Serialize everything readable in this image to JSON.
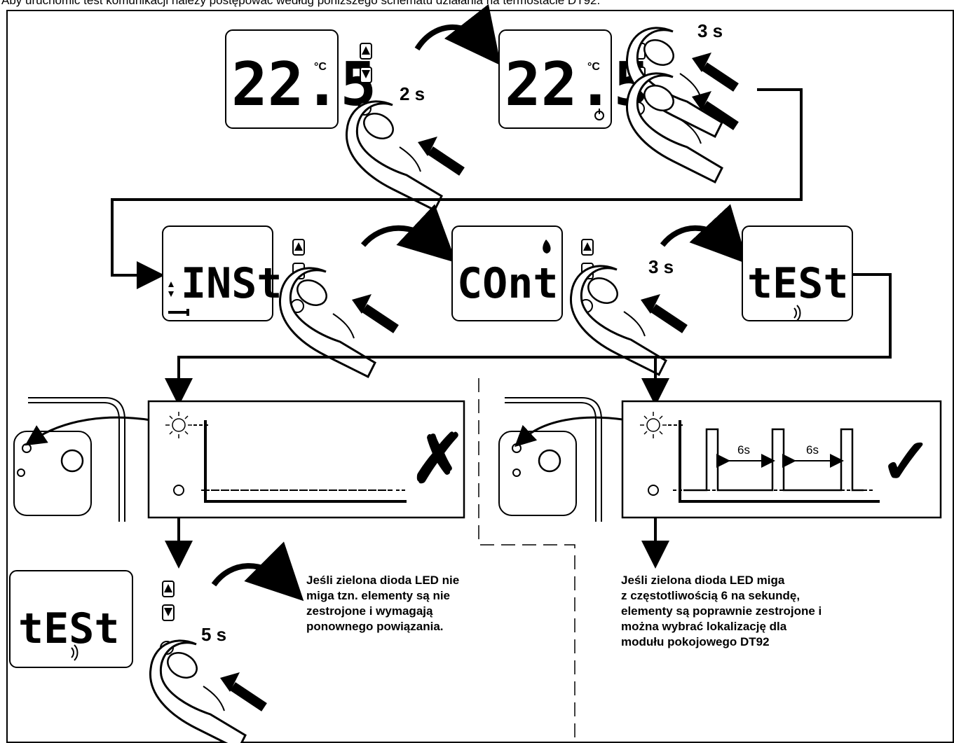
{
  "caption": "Aby uruchomić test komunikacji należy postępować według poniższego schematu działania na termostacie DT92.",
  "displays": {
    "temp_value": "22.5",
    "temp_unit": "°C",
    "inst": "INSt",
    "cont": "COnt",
    "test": "tESt"
  },
  "timings": {
    "step1": "2 s",
    "step2": "3 s",
    "step4": "3 s",
    "step_fail": "5 s"
  },
  "pulse_interval_labels": [
    "6s",
    "6s"
  ],
  "notes": {
    "fail_lines": [
      "Jeśli zielona dioda LED nie",
      "miga tzn. elementy są nie",
      "zestrojone i wymagają",
      "ponownego powiązania."
    ],
    "success_lines": [
      "Jeśli zielona dioda LED miga",
      "z częstotliwością 6 na sekundę,",
      "elementy są poprawnie zestrojone i",
      "można wybrać lokalizację dla",
      "modułu pokojowego DT92"
    ]
  },
  "status_marks": {
    "fail": "✗",
    "success": "✓"
  }
}
